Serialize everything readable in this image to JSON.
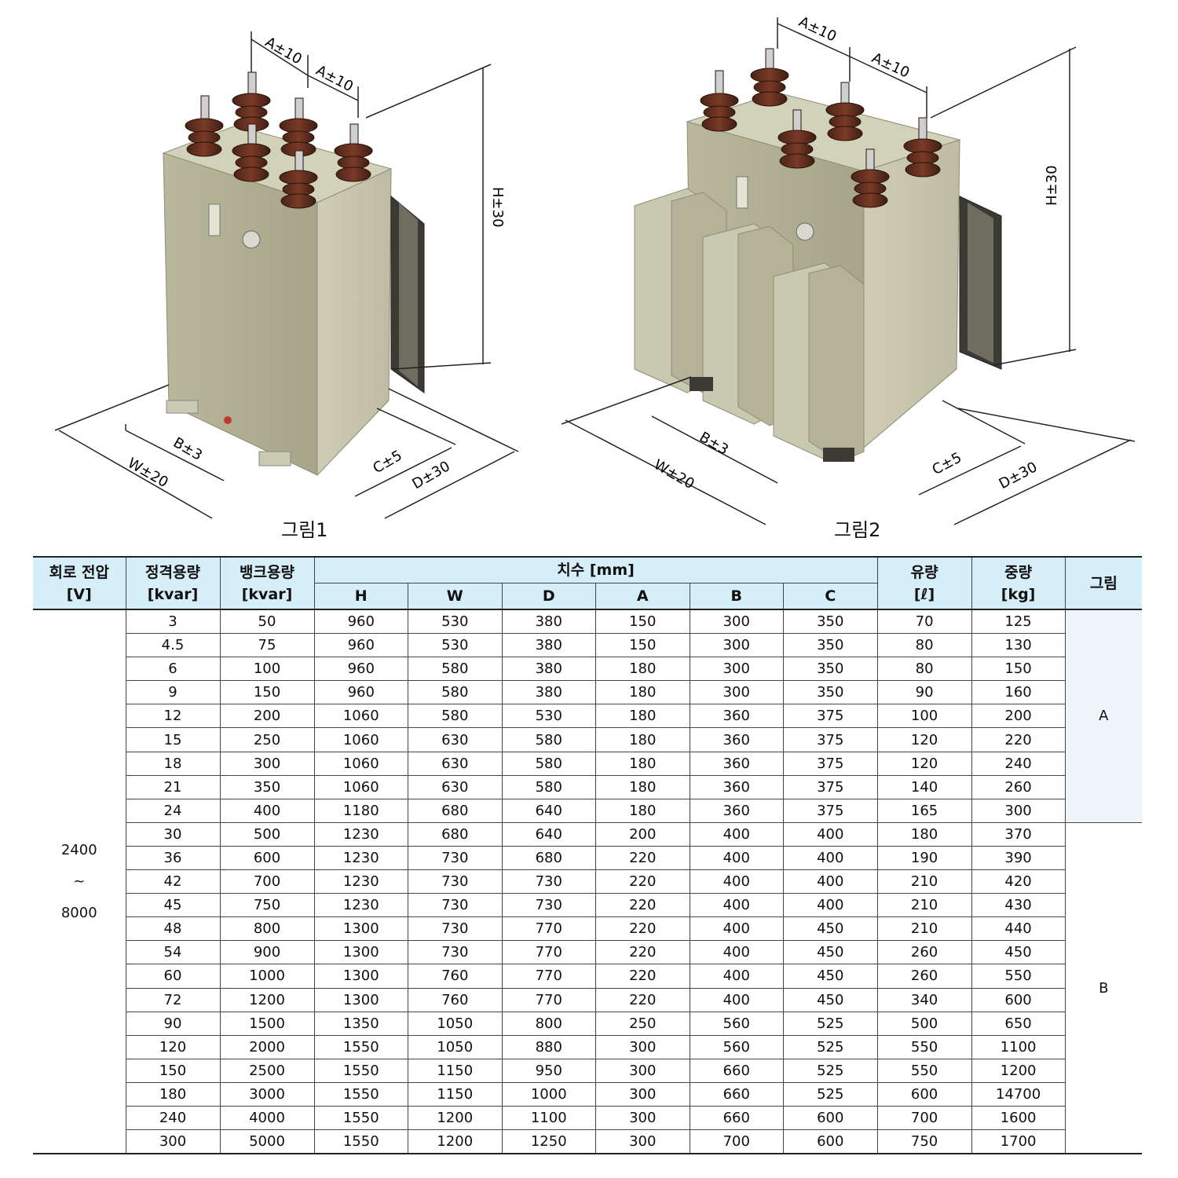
{
  "figures": {
    "fig1": {
      "caption": "그림1",
      "labels": {
        "a1": "A±10",
        "a2": "A±10",
        "h": "H±30",
        "b": "B±3",
        "w": "W±20",
        "c": "C±5",
        "d": "D±30"
      }
    },
    "fig2": {
      "caption": "그림2",
      "labels": {
        "a1": "A±10",
        "a2": "A±10",
        "h": "H±30",
        "b": "B±3",
        "w": "W±20",
        "c": "C±5",
        "d": "D±30"
      }
    }
  },
  "table": {
    "headers": {
      "voltage": [
        "회로 전압",
        "[V]"
      ],
      "rated": [
        "정격용량",
        "[kvar]"
      ],
      "bank": [
        "뱅크용량",
        "[kvar]"
      ],
      "dims": "치수 [mm]",
      "dim_cols": [
        "H",
        "W",
        "D",
        "A",
        "B",
        "C"
      ],
      "oil": [
        "유량",
        "[ℓ]"
      ],
      "weight": [
        "중량",
        "[kg]"
      ],
      "figure": "그림"
    },
    "voltage_value": [
      "2400",
      "~",
      "8000"
    ],
    "figure_groups": [
      {
        "label": "A",
        "rows": 9
      },
      {
        "label": "B",
        "rows": 15
      }
    ],
    "rows": [
      [
        "3",
        "50",
        "960",
        "530",
        "380",
        "150",
        "300",
        "350",
        "70",
        "125"
      ],
      [
        "4.5",
        "75",
        "960",
        "530",
        "380",
        "150",
        "300",
        "350",
        "80",
        "130"
      ],
      [
        "6",
        "100",
        "960",
        "580",
        "380",
        "180",
        "300",
        "350",
        "80",
        "150"
      ],
      [
        "9",
        "150",
        "960",
        "580",
        "380",
        "180",
        "300",
        "350",
        "90",
        "160"
      ],
      [
        "12",
        "200",
        "1060",
        "580",
        "530",
        "180",
        "360",
        "375",
        "100",
        "200"
      ],
      [
        "15",
        "250",
        "1060",
        "630",
        "580",
        "180",
        "360",
        "375",
        "120",
        "220"
      ],
      [
        "18",
        "300",
        "1060",
        "630",
        "580",
        "180",
        "360",
        "375",
        "120",
        "240"
      ],
      [
        "21",
        "350",
        "1060",
        "630",
        "580",
        "180",
        "360",
        "375",
        "140",
        "260"
      ],
      [
        "24",
        "400",
        "1180",
        "680",
        "640",
        "180",
        "360",
        "375",
        "165",
        "300"
      ],
      [
        "30",
        "500",
        "1230",
        "680",
        "640",
        "200",
        "400",
        "400",
        "180",
        "370"
      ],
      [
        "36",
        "600",
        "1230",
        "730",
        "680",
        "220",
        "400",
        "400",
        "190",
        "390"
      ],
      [
        "42",
        "700",
        "1230",
        "730",
        "730",
        "220",
        "400",
        "400",
        "210",
        "420"
      ],
      [
        "45",
        "750",
        "1230",
        "730",
        "730",
        "220",
        "400",
        "400",
        "210",
        "430"
      ],
      [
        "48",
        "800",
        "1300",
        "730",
        "770",
        "220",
        "400",
        "450",
        "210",
        "440"
      ],
      [
        "54",
        "900",
        "1300",
        "730",
        "770",
        "220",
        "400",
        "450",
        "260",
        "450"
      ],
      [
        "60",
        "1000",
        "1300",
        "760",
        "770",
        "220",
        "400",
        "450",
        "260",
        "550"
      ],
      [
        "72",
        "1200",
        "1300",
        "760",
        "770",
        "220",
        "400",
        "450",
        "340",
        "600"
      ],
      [
        "90",
        "1500",
        "1350",
        "1050",
        "800",
        "250",
        "560",
        "525",
        "500",
        "650"
      ],
      [
        "120",
        "2000",
        "1550",
        "1050",
        "880",
        "300",
        "560",
        "525",
        "550",
        "1100"
      ],
      [
        "150",
        "2500",
        "1550",
        "1150",
        "950",
        "300",
        "660",
        "525",
        "550",
        "1200"
      ],
      [
        "180",
        "3000",
        "1550",
        "1150",
        "1000",
        "300",
        "660",
        "525",
        "600",
        "14700"
      ],
      [
        "240",
        "4000",
        "1550",
        "1200",
        "1100",
        "300",
        "660",
        "600",
        "700",
        "1600"
      ],
      [
        "300",
        "5000",
        "1550",
        "1200",
        "1250",
        "300",
        "700",
        "600",
        "750",
        "1700"
      ]
    ]
  }
}
